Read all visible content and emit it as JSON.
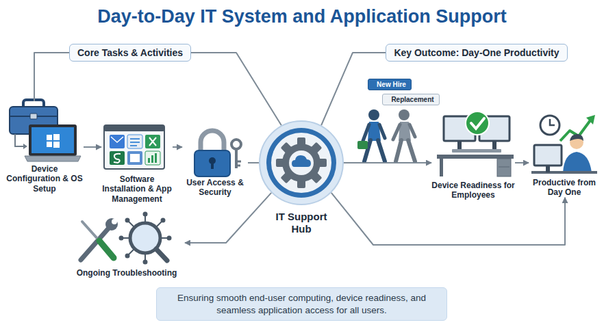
{
  "diagram": {
    "title": "Day-to-Day IT System and Application Support",
    "caption": "Ensuring smooth end-user computing, device readiness, and seamless application access for all users.",
    "nodes": [
      {
        "text": [
          "Core Tasks & Activities"
        ]
      },
      {
        "text": [
          "Key Outcome: Day-One Productivity"
        ]
      },
      {
        "text": [
          "Device Configuration & OS Setup"
        ]
      },
      {
        "text": [
          "Software Installation & App Management"
        ]
      },
      {
        "text": [
          "User Access & Security"
        ]
      },
      {
        "text": [
          "IT Support Hub"
        ]
      },
      {
        "text": [
          "Ongoing Troubleshooting"
        ]
      },
      {
        "text": [
          "New Hire"
        ]
      },
      {
        "text": [
          "Replacement"
        ]
      },
      {
        "text": [
          "Device Readiness for Employees"
        ]
      },
      {
        "text": [
          "Productive from Day One"
        ]
      }
    ],
    "edges": [
      {
        "from": 0,
        "to": 2,
        "arrow": "none"
      },
      {
        "from": 0,
        "to": 5,
        "arrow": "none"
      },
      {
        "from": 1,
        "to": 5,
        "arrow": "none"
      },
      {
        "from": 2,
        "to": 3,
        "arrow": "to"
      },
      {
        "from": 3,
        "to": 4,
        "arrow": "to"
      },
      {
        "from": 4,
        "to": 5,
        "arrow": "none"
      },
      {
        "from": 5,
        "to": 6,
        "arrow": "to"
      },
      {
        "from": 5,
        "to": 9,
        "arrow": "to"
      },
      {
        "from": 9,
        "to": 10,
        "arrow": "to"
      },
      {
        "from": 5,
        "to": 10,
        "arrow": "to"
      }
    ]
  }
}
